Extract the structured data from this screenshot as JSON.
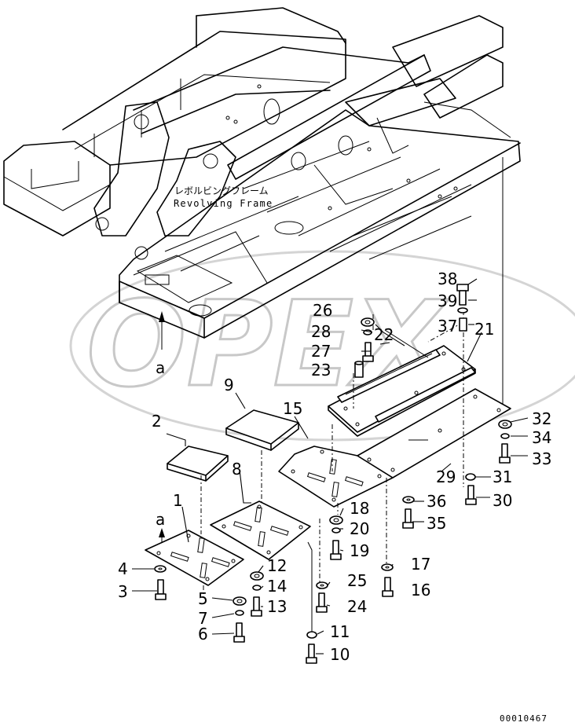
{
  "frame_label": {
    "jp": "レボルビングフレーム",
    "en": "Revolving Frame"
  },
  "view_marker": "a",
  "watermark": "OPEX",
  "doc_number": "00010467",
  "callouts": [
    {
      "id": "n1",
      "text": "1"
    },
    {
      "id": "n2",
      "text": "2"
    },
    {
      "id": "n3",
      "text": "3"
    },
    {
      "id": "n4",
      "text": "4"
    },
    {
      "id": "n5",
      "text": "5"
    },
    {
      "id": "n6",
      "text": "6"
    },
    {
      "id": "n7",
      "text": "7"
    },
    {
      "id": "n8",
      "text": "8"
    },
    {
      "id": "n9",
      "text": "9"
    },
    {
      "id": "n10",
      "text": "10"
    },
    {
      "id": "n11",
      "text": "11"
    },
    {
      "id": "n12",
      "text": "12"
    },
    {
      "id": "n13",
      "text": "13"
    },
    {
      "id": "n14",
      "text": "14"
    },
    {
      "id": "n15",
      "text": "15"
    },
    {
      "id": "n16",
      "text": "16"
    },
    {
      "id": "n17",
      "text": "17"
    },
    {
      "id": "n18",
      "text": "18"
    },
    {
      "id": "n19",
      "text": "19"
    },
    {
      "id": "n20",
      "text": "20"
    },
    {
      "id": "n21",
      "text": "21"
    },
    {
      "id": "n22",
      "text": "22"
    },
    {
      "id": "n23",
      "text": "23"
    },
    {
      "id": "n24",
      "text": "24"
    },
    {
      "id": "n25",
      "text": "25"
    },
    {
      "id": "n26",
      "text": "26"
    },
    {
      "id": "n27",
      "text": "27"
    },
    {
      "id": "n28",
      "text": "28"
    },
    {
      "id": "n29",
      "text": "29"
    },
    {
      "id": "n30",
      "text": "30"
    },
    {
      "id": "n31",
      "text": "31"
    },
    {
      "id": "n32",
      "text": "32"
    },
    {
      "id": "n33",
      "text": "33"
    },
    {
      "id": "n34",
      "text": "34"
    },
    {
      "id": "n35",
      "text": "35"
    },
    {
      "id": "n36",
      "text": "36"
    },
    {
      "id": "n37",
      "text": "37"
    },
    {
      "id": "n38",
      "text": "38"
    },
    {
      "id": "n39",
      "text": "39"
    }
  ]
}
